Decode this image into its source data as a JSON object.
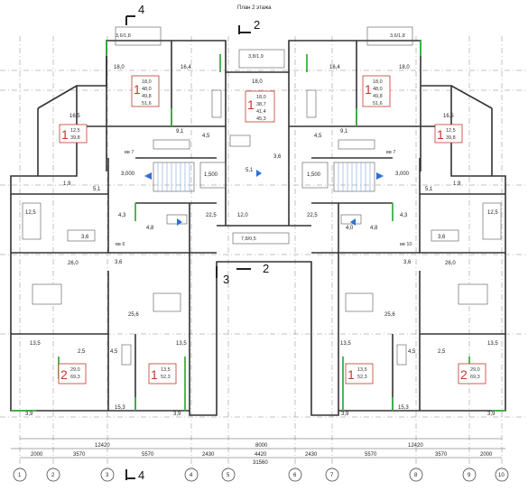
{
  "title": "План 2 этажа",
  "section_marks": {
    "top_left": "4",
    "bottom_left": "4",
    "top_center": "2",
    "mid_center": "2",
    "mid_left": "3"
  },
  "axis_labels": [
    "1",
    "2",
    "3",
    "4",
    "5",
    "6",
    "7",
    "8",
    "9",
    "10"
  ],
  "dimensions_bottom_row1": [
    "2000",
    "3570",
    "5570",
    "2430",
    "4420",
    "2430",
    "5570",
    "3570",
    "2000"
  ],
  "dimensions_bottom_row2": [
    "12420",
    "8000",
    "12420"
  ],
  "dimension_total": "31560",
  "room_areas": {
    "balcony_tl": "3,6/1,8",
    "balcony_tr": "3,6/1,8",
    "balcony_center": "3,8/1,9",
    "top_l1": "18,0",
    "top_l2": "16,4",
    "top_c": "18,0",
    "top_r1": "16,4",
    "top_r2": "18,0",
    "side_l": "16,5",
    "side_r": "16,5",
    "bath_l1": "9,1",
    "bath_l2": "4,5",
    "bath_r1": "9,1",
    "bath_r2": "4,5",
    "vent_l": "вв 7",
    "vent_r": "вв 7",
    "corr_c1": "3,6",
    "corr_c2": "5,1",
    "lobby_l": "3,000",
    "lobby_r": "3,000",
    "lift_l": "1,500",
    "lift_r": "1,500",
    "small_l1": "1,9",
    "small_l2": "5,1",
    "small_r1": "1,9",
    "small_r2": "5,1",
    "mid_l1": "12,5",
    "mid_l2": "4,3",
    "mid_l3": "4,8",
    "mid_l4": "22,5",
    "mid_c": "12,0",
    "mid_r1": "22,5",
    "mid_r2": "4,8",
    "mid_r3": "4,0",
    "mid_r4": "4,3",
    "mid_r5": "12,5",
    "wc_l": "3,6",
    "wc_r": "3,6",
    "vent_l2": "вв 6",
    "vent_r2": "вв 10",
    "elev_c": "7,8/0,5",
    "liv_l": "26,0",
    "liv_l2": "3,6",
    "liv_l3": "25,6",
    "liv_r": "26,0",
    "liv_r2": "3,6",
    "liv_r3": "25,6",
    "bot_l1": "13,5",
    "bot_l2": "2,5",
    "bot_l3": "4,5",
    "bot_l4": "13,5",
    "bot_l5": "15,3",
    "bot_l6": "3,9",
    "bot_l7": "3,9",
    "bot_r1": "13,5",
    "bot_r2": "4,5",
    "bot_r3": "2,5",
    "bot_r4": "13,5",
    "bot_r5": "15,3",
    "bot_r6": "3,9",
    "bot_r7": "3,9"
  },
  "apartments": [
    {
      "id": "apt-tl",
      "rooms": "1",
      "areas": [
        "18,0",
        "48,0",
        "49,8",
        "51,6"
      ]
    },
    {
      "id": "apt-tc",
      "rooms": "1",
      "areas": [
        "18,0",
        "38,7",
        "41,4",
        "45,3"
      ]
    },
    {
      "id": "apt-tr",
      "rooms": "1",
      "areas": [
        "18,0",
        "48,0",
        "49,8",
        "51,6"
      ]
    },
    {
      "id": "apt-ls",
      "rooms": "1",
      "areas": [
        "12,5",
        "39,8"
      ]
    },
    {
      "id": "apt-rs",
      "rooms": "1",
      "areas": [
        "12,5",
        "39,8"
      ]
    },
    {
      "id": "apt-bl",
      "rooms": "2",
      "areas": [
        "29,0",
        "69,3"
      ]
    },
    {
      "id": "apt-bcl",
      "rooms": "1",
      "areas": [
        "13,5",
        "52,3"
      ]
    },
    {
      "id": "apt-bcr",
      "rooms": "1",
      "areas": [
        "13,5",
        "52,3"
      ]
    },
    {
      "id": "apt-br",
      "rooms": "2",
      "areas": [
        "29,0",
        "69,3"
      ]
    }
  ],
  "colors": {
    "apartment_box": "#c0392b",
    "glazing": "#3cb043",
    "arrows": "#2f6fd6"
  }
}
